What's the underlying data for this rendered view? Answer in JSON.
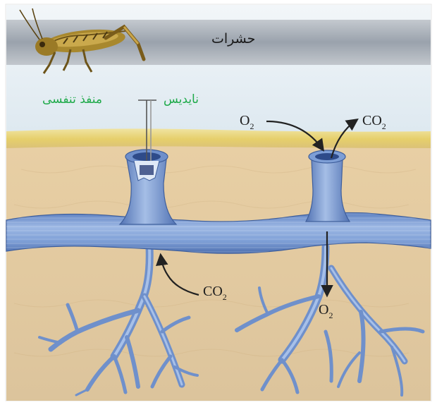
{
  "title": "حشرات",
  "labels": {
    "spiracle": "منفذ تنفسی",
    "trachea": "نایدیس"
  },
  "chem": {
    "o2_in": {
      "base": "O",
      "sub": "2"
    },
    "co2_out": {
      "base": "CO",
      "sub": "2"
    },
    "co2_tissue": {
      "base": "CO",
      "sub": "2"
    },
    "o2_tissue": {
      "base": "O",
      "sub": "2"
    }
  },
  "colors": {
    "tube": "#7e9fd6",
    "tube_dark": "#4f73b3",
    "tissue": "#e6c9a0",
    "cuticle": "#ecd983",
    "insect_band": "#a2a9b3",
    "label_green": "#1faa4a"
  }
}
